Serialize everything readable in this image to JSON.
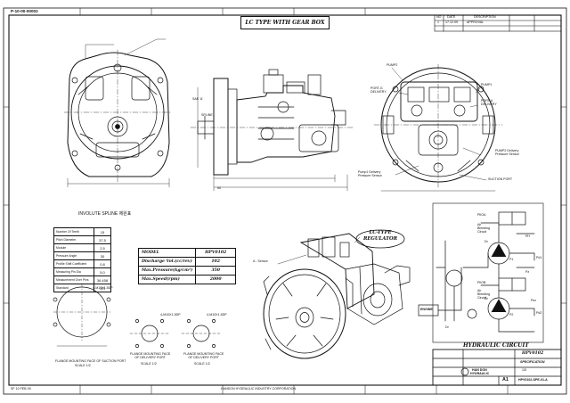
{
  "title": "LC TYPE WITH GEAR BOX",
  "corner_stamp": "P-10-00-00002",
  "revision_block": {
    "header_cells": [
      "NO",
      "DATE",
      "DESCRIPTION"
    ],
    "row": [
      "1",
      "17.12.09",
      "APPROVAL"
    ]
  },
  "views": {
    "side_view": {
      "labels": [
        "SAE 'A'",
        "SPLINE",
        "60"
      ]
    },
    "rear_view": {
      "labels": [
        "PUMP1",
        "PUMP2",
        "PORT-G\nDELIVERY",
        "PORT-A\nDELIVERY",
        "PUMP2 Delivery\nPressure Sensor",
        "Pump1 Delivery\nPressure Sensor",
        "SUCTION PORT"
      ]
    }
  },
  "involute_spline": {
    "title": "INVOLUTE SPLINE 제원표",
    "rows": [
      {
        "label": "Number Of Teeth",
        "value": "15"
      },
      {
        "label": "Pitch Diameter",
        "value": "37.5"
      },
      {
        "label": "Module",
        "value": "2.5"
      },
      {
        "label": "Pressure Angle",
        "value": "30"
      },
      {
        "label": "Profile Shift Coefficient",
        "value": "0.8"
      },
      {
        "label": "Measuring Pin Dia",
        "value": "5.0"
      },
      {
        "label": "Measurement Over Pins",
        "value": "36.458"
      },
      {
        "label": "Standard",
        "value": "JIS"
      }
    ]
  },
  "model_table": [
    {
      "label": "MODEL",
      "value": "HPV0102"
    },
    {
      "label": "Discharge Vol.(cc/rev)",
      "value": "102"
    },
    {
      "label": "Max.Pressure(kg/cm²)",
      "value": "350"
    },
    {
      "label": "Max.Speed(rpm)",
      "value": "2000"
    }
  ],
  "flange_views": [
    {
      "caption": "FLANGE MOUNTING FACE OF SUCTION PORT",
      "scale": "SCALE 1/2"
    },
    {
      "caption": "FLANGE MOUNTING FACE\nOF DELIVERY PORT",
      "scale": "SCALE 1/2"
    },
    {
      "caption": "FLANGE MOUNTING FACE\nOF DELIVERY PORT",
      "scale": "SCALE 1/2"
    }
  ],
  "flange_notes": [
    "4-M10X1.5DP",
    "4-M10X1.5DP",
    "4-M10X1.5DP"
  ],
  "iso_labels": {
    "sensor": "A - Sensor",
    "regulator": "LC-TYPE\nREGULATOR"
  },
  "hydraulic_circuit": {
    "label": "HYDRAULIC CIRCUIT",
    "labels": [
      "PIlOA",
      "Air\nBleeding\nCircuit",
      "P1",
      "Pd1",
      "PIlOB",
      "Air\nBleeding\nCircuit",
      "P2",
      "Pd2",
      "ENGINE",
      "Dr",
      "Dr",
      "Pz",
      "PH",
      "Psv",
      "Dr"
    ]
  },
  "title_block": {
    "model": "HPV0102",
    "doc_type": "SPECIFICATION",
    "company_line1": "HAN DON",
    "company_line2": "HYDRAULIC",
    "sheet_size": "A1",
    "drawing_no": "HPV0102-SPE-01-A",
    "scale": "1/5"
  },
  "footer_left": "SF 10 FEB 09",
  "footer_center": "HANDON HYDRAULIC INDUSTRY CORPORATION"
}
